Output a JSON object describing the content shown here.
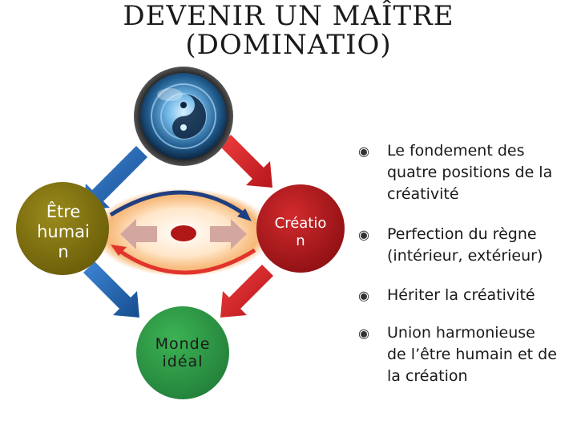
{
  "title": {
    "line1": "DEVENIR UN MAÎTRE",
    "line2": "(DOMINATIO)"
  },
  "nodes": {
    "human": "Être humai n",
    "human_lines": [
      "Être",
      "humai",
      "n"
    ],
    "creation": "Créatio n",
    "creation_lines": [
      "Créatio",
      "n"
    ],
    "ideal_world": "Monde idéal",
    "ideal_world_lines": [
      "Monde",
      "idéal"
    ]
  },
  "bullets": [
    "Le fondement des quatre positions de la créativité",
    "Perfection du règne (intérieur, extérieur)",
    "Hériter la créativité",
    "Union harmonieuse de l’être humain et de la création"
  ],
  "bullet_lines": [
    [
      "Le fondement des",
      "quatre positions de la",
      "créativité"
    ],
    [
      "Perfection du règne",
      "(intérieur, extérieur)"
    ],
    [
      "Hériter la créativité"
    ],
    [
      "Union harmonieuse",
      "de l’être humain et de",
      "la création"
    ]
  ],
  "bullet_glyph": "◉",
  "colors": {
    "human": "#7d6f0c",
    "creation": "#b3191d",
    "ideal_world": "#2f9a45",
    "arrow_blue": "#1f5fa8",
    "arrow_red": "#d8232a",
    "arc_blue": "#1f3f80",
    "arc_red": "#e0342c",
    "glow": "#f4a04a",
    "center": "#b01818",
    "side_arrows": "#d4a6a0"
  },
  "icons": {
    "top_orb": "yin-yang-orb-icon",
    "bullet": "target-bullet-icon"
  }
}
